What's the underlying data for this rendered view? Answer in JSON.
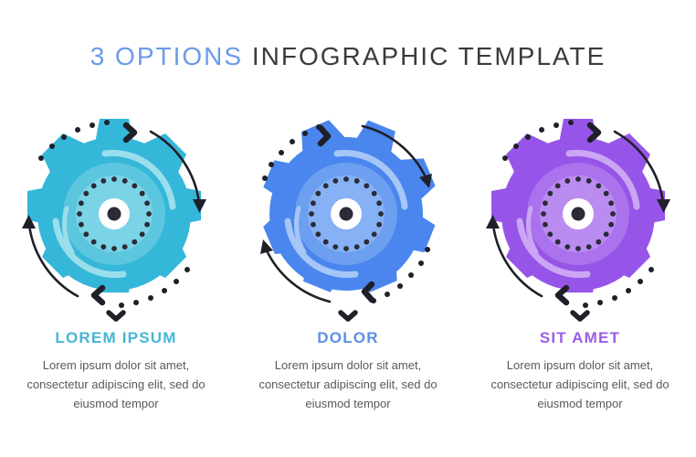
{
  "header": {
    "title_accent": "3 OPTIONS",
    "title_main": "INFOGRAPHIC TEMPLATE",
    "accent_color": "#6b9be8",
    "main_color": "#3b3b3b"
  },
  "background_color": "#ffffff",
  "options": [
    {
      "title": "LOREM IPSUM",
      "body": "Lorem ipsum dolor sit amet, consectetur adipiscing elit, sed do eiusmod tempor",
      "title_color": "#45b6d6",
      "gear_color": "#35b7d9",
      "gear_mid_color": "#5cc6de",
      "gear_inner_color": "#7bd3e6",
      "gear_arc_color": "#9adeec",
      "hub_color": "#ffffff",
      "hub_dot_color": "#2b2b38",
      "dot_ring_color": "#2b2b38",
      "arrow_color": "#1f1f28",
      "icons": [
        "chevron-right-icon",
        "chevron-left-icon",
        "arrow-up-icon",
        "arrow-down-icon",
        "chevron-down-icon"
      ]
    },
    {
      "title": "DOLOR",
      "body": "Lorem ipsum dolor sit amet, consectetur adipiscing elit, sed do eiusmod tempor",
      "title_color": "#5b8fea",
      "gear_color": "#4a86ee",
      "gear_mid_color": "#6d9ff1",
      "gear_inner_color": "#86b1f4",
      "gear_arc_color": "#a5c6f7",
      "hub_color": "#ffffff",
      "hub_dot_color": "#2b2b38",
      "dot_ring_color": "#2b2b38",
      "arrow_color": "#1f1f28",
      "icons": [
        "chevron-right-icon",
        "chevron-left-icon",
        "arrow-up-icon",
        "arrow-down-icon",
        "chevron-down-icon"
      ]
    },
    {
      "title": "SIT AMET",
      "body": "Lorem ipsum dolor sit amet, consectetur adipiscing elit, sed do eiusmod tempor",
      "title_color": "#9b5de8",
      "gear_color": "#9655e8",
      "gear_mid_color": "#aa72ec",
      "gear_inner_color": "#bb8cf0",
      "gear_arc_color": "#cba6f4",
      "hub_color": "#ffffff",
      "hub_dot_color": "#2b2b38",
      "dot_ring_color": "#2b2b38",
      "arrow_color": "#1f1f28",
      "icons": [
        "chevron-right-icon",
        "chevron-left-icon",
        "arrow-up-icon",
        "arrow-down-icon",
        "chevron-down-icon"
      ]
    }
  ]
}
